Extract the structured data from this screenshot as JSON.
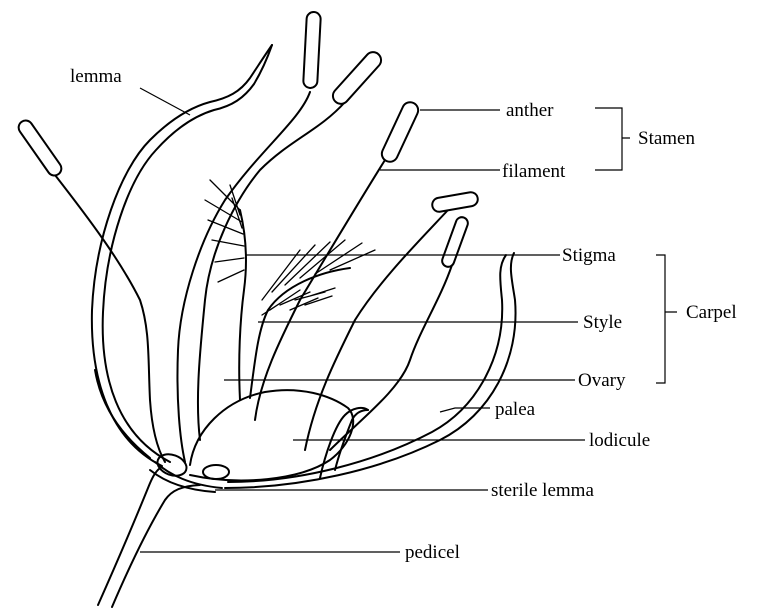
{
  "labels": {
    "lemma": "lemma",
    "anther": "anther",
    "filament": "filament",
    "stamen": "Stamen",
    "stigma": "Stigma",
    "style": "Style",
    "ovary": "Ovary",
    "carpel": "Carpel",
    "palea": "palea",
    "lodicule": "lodicule",
    "sterile_lemma": "sterile lemma",
    "pedicel": "pedicel"
  }
}
